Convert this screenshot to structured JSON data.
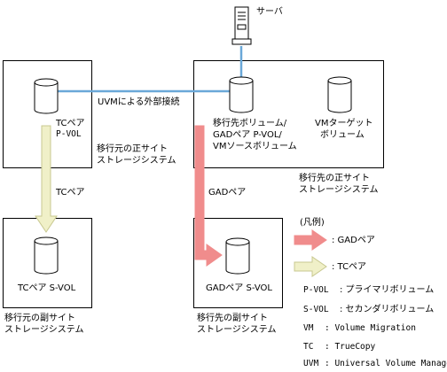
{
  "server": {
    "label": "サーバ"
  },
  "systems": {
    "local_primary": {
      "line1": "移行元の正サイト",
      "line2": "ストレージシステム"
    },
    "local_secondary": {
      "line1": "移行元の副サイト",
      "line2": "ストレージシステム"
    },
    "target_primary": {
      "line1": "移行先の正サイト",
      "line2": "ストレージシステム"
    },
    "target_secondary": {
      "line1": "移行先の副サイト",
      "line2": "ストレージシステム"
    }
  },
  "volumes": {
    "tc_pvol": {
      "line1": "TCペア",
      "line2": "P-VOL"
    },
    "tc_svol": {
      "line1": "TCペア S-VOL"
    },
    "dest": {
      "line1": "移行先ボリューム/",
      "line2": "GADペア P-VOL/",
      "line3": "VMソースボリューム"
    },
    "vm_target": {
      "line1": "VMターゲット",
      "line2": "ボリューム"
    },
    "gad_svol": {
      "line1": "GADペア S-VOL"
    }
  },
  "links": {
    "uvm": "UVMによる外部接続",
    "tc_pair": "TCペア",
    "gad_pair": "GADペア"
  },
  "legend": {
    "title": "(凡例)",
    "gad": ": GADペア",
    "tc": ": TCペア",
    "terms": [
      {
        "abbr": "P-VOL",
        "desc": ": プライマリボリューム"
      },
      {
        "abbr": "S-VOL",
        "desc": ": セカンダリボリューム"
      },
      {
        "abbr": "VM",
        "desc": ": Volume Migration"
      },
      {
        "abbr": "TC",
        "desc": ": TrueCopy"
      },
      {
        "abbr": "UVM",
        "desc": ": Universal Volume Manager"
      }
    ]
  },
  "colors": {
    "gad": "#f08c8c",
    "tc": "#f0f0c8",
    "tc_stroke": "#c8c890",
    "link": "#6aa8d8"
  }
}
